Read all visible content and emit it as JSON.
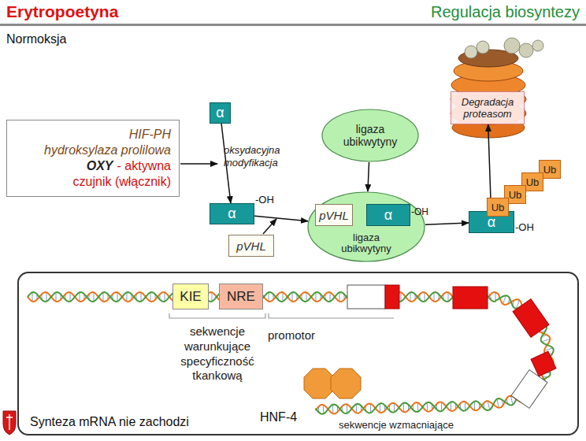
{
  "diagram": {
    "title": "Erytropoetyna",
    "nodes": [
      {
        "text": [
          "HIF-PH",
          "hydroksylaza prolilowa",
          "OXY",
          "- aktywna",
          "czujnik (włącznik)"
        ]
      },
      {
        "text": [
          "α"
        ]
      },
      {
        "text": [
          "α",
          "-OH"
        ]
      },
      {
        "text": [
          "pVHL"
        ]
      },
      {
        "text": [
          "ligaza ubikwytyny"
        ]
      },
      {
        "text": [
          "ligaza ubikwytyny"
        ]
      },
      {
        "text": [
          "pVHL"
        ],
        "in": 5
      },
      {
        "text": [
          "α",
          "-OH"
        ],
        "in": 5
      },
      {
        "text": [
          "α",
          "-OH"
        ]
      },
      {
        "text": [
          "Ub"
        ]
      },
      {
        "text": [
          "Ub"
        ]
      },
      {
        "text": [
          "Ub"
        ]
      },
      {
        "text": [
          "Ub"
        ]
      },
      {
        "text": [
          "Degradacja proteasom"
        ]
      },
      {
        "text": [
          "Synteza mRNA nie zachodzi"
        ]
      },
      {
        "text": [
          "KIE"
        ],
        "in": 14
      },
      {
        "text": [
          "NRE"
        ],
        "in": 14
      }
    ],
    "edges": [
      {
        "from": 1,
        "to": 2,
        "arrow": "to",
        "label": "oksydacyjna modyfikacja"
      },
      {
        "from": 2,
        "to": 5,
        "arrow": "to"
      },
      {
        "from": 4,
        "to": 5,
        "arrow": "to"
      },
      {
        "from": 5,
        "to": 8,
        "arrow": "to"
      },
      {
        "from": 8,
        "to": 13,
        "arrow": "to"
      }
    ],
    "labels": [
      "Regulacja biosyntezy",
      "Normoksja",
      "sekwencje warunkujące specyficzność tkankową",
      "promotor",
      "HNF-4",
      "sekwencje wzmacniające"
    ]
  }
}
